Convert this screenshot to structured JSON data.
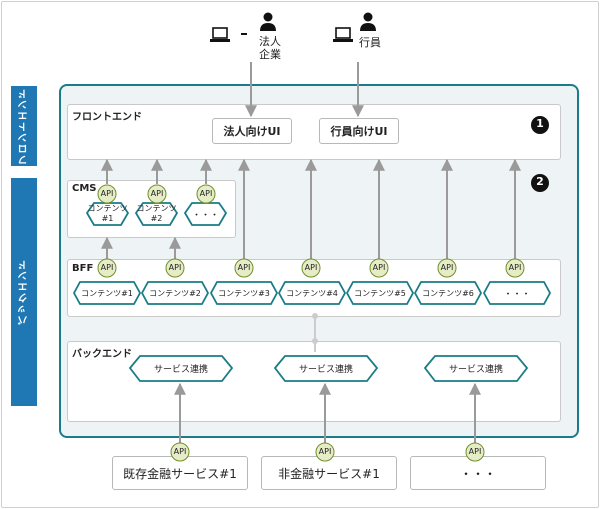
{
  "users": {
    "corporate": "法人\n企業",
    "corporate_line1": "法人",
    "corporate_line2": "企業",
    "staff": "行員"
  },
  "side_labels": {
    "frontend": "フロントエンド",
    "backend": "バックエンド"
  },
  "frontend": {
    "title": "フロントエンド",
    "ui_corporate": "法人向けUI",
    "ui_staff": "行員向けUI",
    "marker": "1"
  },
  "cms": {
    "title": "CMS",
    "api_label": "API",
    "contents": [
      {
        "line1": "コンテンツ",
        "line2": "#1"
      },
      {
        "line1": "コンテンツ",
        "line2": "#2"
      },
      {
        "line1": "・・・",
        "line2": ""
      }
    ],
    "marker": "2"
  },
  "bff": {
    "title": "BFF",
    "api_label": "API",
    "contents": [
      "コンテンツ#1",
      "コンテンツ#2",
      "コンテンツ#3",
      "コンテンツ#4",
      "コンテンツ#5",
      "コンテンツ#6",
      "・・・"
    ]
  },
  "backend": {
    "title": "バックエンド",
    "services": [
      "サービス連携",
      "サービス連携",
      "サービス連携"
    ]
  },
  "sources": {
    "api_label": "API",
    "items": [
      "既存金融サービス#1",
      "非金融サービス#1",
      "・・・"
    ]
  },
  "colors": {
    "teal": "#1a7c86",
    "blue_label": "#1f78b4",
    "api_fill": "#e6edc6",
    "arrow": "#9a9a9a"
  }
}
